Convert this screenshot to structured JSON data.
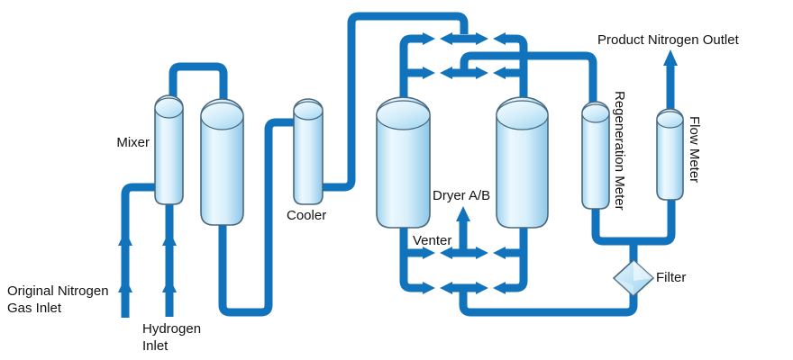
{
  "diagram": {
    "equipment_labels": {
      "mixer": "Mixer",
      "cooler": "Cooler",
      "dryer_ab": "Dryer A/B",
      "venter": "Venter",
      "regeneration_meter": "Regeneration Meter",
      "flow_meter": "Flow Meter",
      "filter": "Filter"
    },
    "stream_labels": {
      "original_nitrogen_inlet": [
        "Original Nitrogen",
        "Gas Inlet"
      ],
      "hydrogen_inlet": [
        "Hydrogen",
        "Inlet"
      ],
      "product_nitrogen_outlet": "Product Nitrogen Outlet"
    },
    "colors": {
      "pipe_blue": "#1173bb",
      "vessel_outline": "#49687e",
      "vessel_fill_light": "#eef9fe",
      "vessel_fill_dark": "#8fc9e8",
      "label_text": "#111111",
      "background": "#ffffff"
    }
  }
}
